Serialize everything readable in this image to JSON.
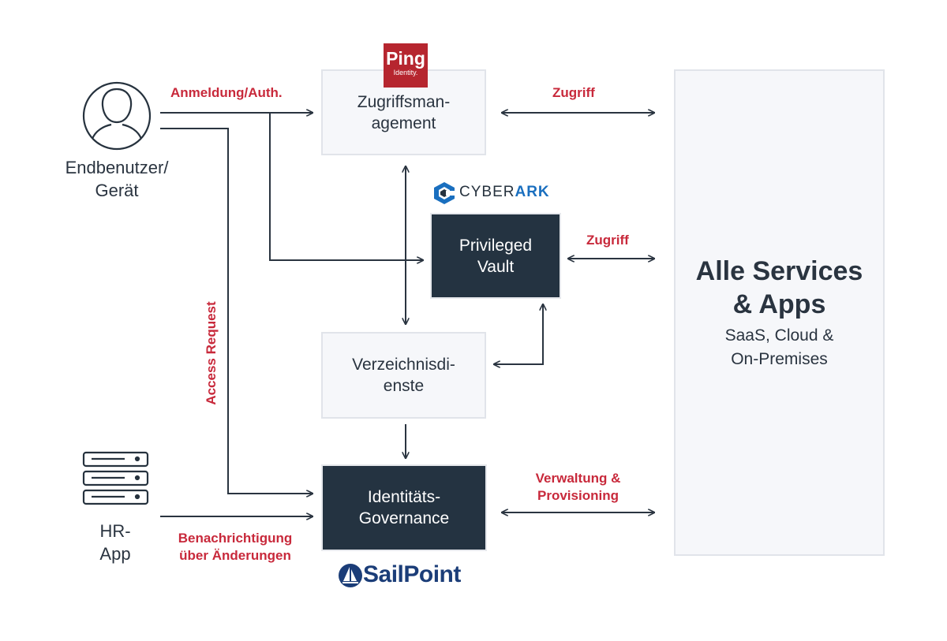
{
  "nodes": {
    "end_user": {
      "label_line1": "Endbenutzer/",
      "label_line2": "Gerät"
    },
    "hr_app": {
      "label_line1": "HR-",
      "label_line2": "App"
    },
    "access_mgmt": {
      "label_line1": "Zugriffsman-",
      "label_line2": "agement"
    },
    "privileged_vault": {
      "label_line1": "Privileged",
      "label_line2": "Vault"
    },
    "directory_services": {
      "label_line1": "Verzeichnisdi-",
      "label_line2": "enste"
    },
    "identity_governance": {
      "label_line1": "Identitäts-",
      "label_line2": "Governance"
    },
    "all_services": {
      "title_line1": "Alle Services",
      "title_line2": "& Apps",
      "sub_line1": "SaaS, Cloud &",
      "sub_line2": "On-Premises"
    }
  },
  "edge_labels": {
    "login_auth": "Anmeldung/Auth.",
    "access_top": "Zugriff",
    "access_vault": "Zugriff",
    "access_request": "Access Request",
    "management_line1": "Verwaltung &",
    "management_line2": "Provisioning",
    "notification_line1": "Benachrichtigung",
    "notification_line2": "über Änderungen"
  },
  "logos": {
    "ping": {
      "word": "Ping",
      "sub": "Identity."
    },
    "cyberark": {
      "prefix": "CYBER",
      "suffix": "ARK"
    },
    "sailpoint": {
      "word": "SailPoint"
    }
  },
  "colors": {
    "dark_box": "#243341",
    "light_box": "#f6f7fa",
    "accent_red": "#c8293b",
    "line": "#2a3440",
    "icon": "#26323e"
  }
}
